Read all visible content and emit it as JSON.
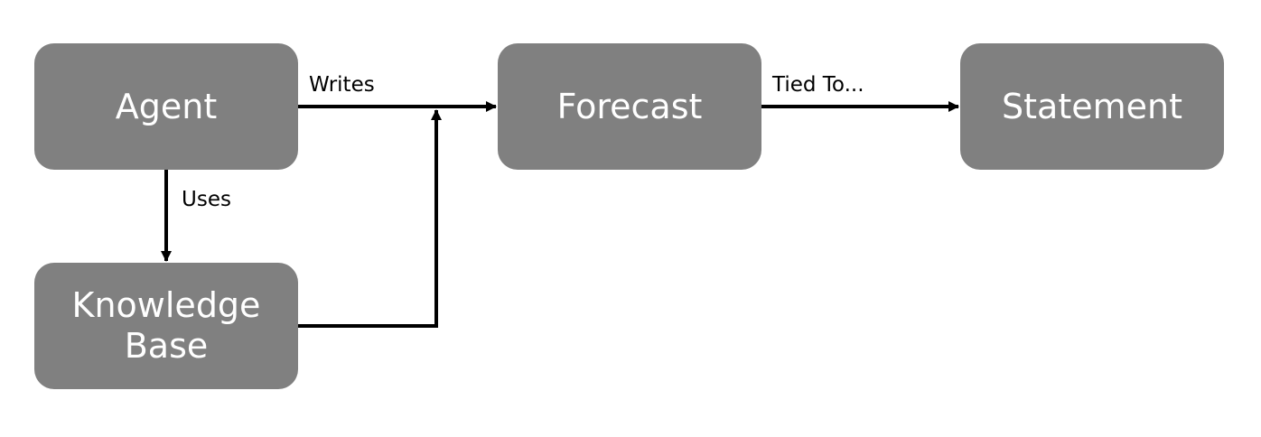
{
  "colors": {
    "node_fill": "#808080",
    "node_text": "#ffffff",
    "connector": "#000000",
    "label_text": "#000000"
  },
  "nodes": {
    "agent": "Agent",
    "forecast": "Forecast",
    "statement": "Statement",
    "knowledge_base": "Knowledge\nBase"
  },
  "edges": {
    "writes": "Writes",
    "tied_to": "Tied To...",
    "uses": "Uses"
  }
}
